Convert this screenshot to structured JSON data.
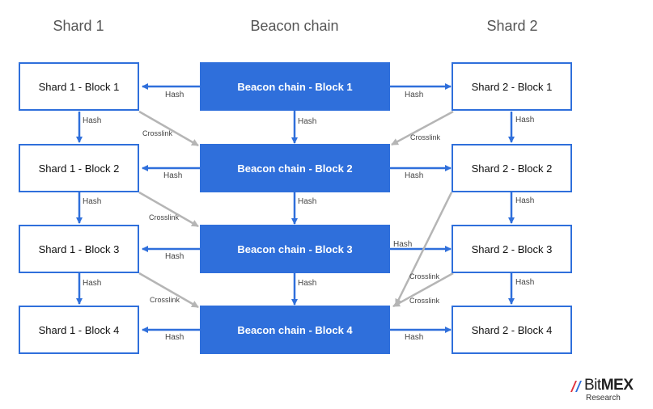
{
  "columns": {
    "shard1": "Shard 1",
    "beacon": "Beacon chain",
    "shard2": "Shard 2"
  },
  "shard1_blocks": [
    "Shard 1 - Block 1",
    "Shard 1 - Block 2",
    "Shard 1 - Block 3",
    "Shard 1 - Block 4"
  ],
  "beacon_blocks": [
    "Beacon chain - Block 1",
    "Beacon chain - Block 2",
    "Beacon chain - Block 3",
    "Beacon chain - Block 4"
  ],
  "shard2_blocks": [
    "Shard 2 - Block 1",
    "Shard 2 - Block 2",
    "Shard 2 - Block 3",
    "Shard 2 - Block 4"
  ],
  "labels": {
    "hash": "Hash",
    "crosslink": "Crosslink"
  },
  "logo": {
    "bit": "Bit",
    "mex": "MEX",
    "sub": "Research"
  },
  "colors": {
    "blue": "#2f6fdb",
    "gray": "#b5b5b5"
  }
}
